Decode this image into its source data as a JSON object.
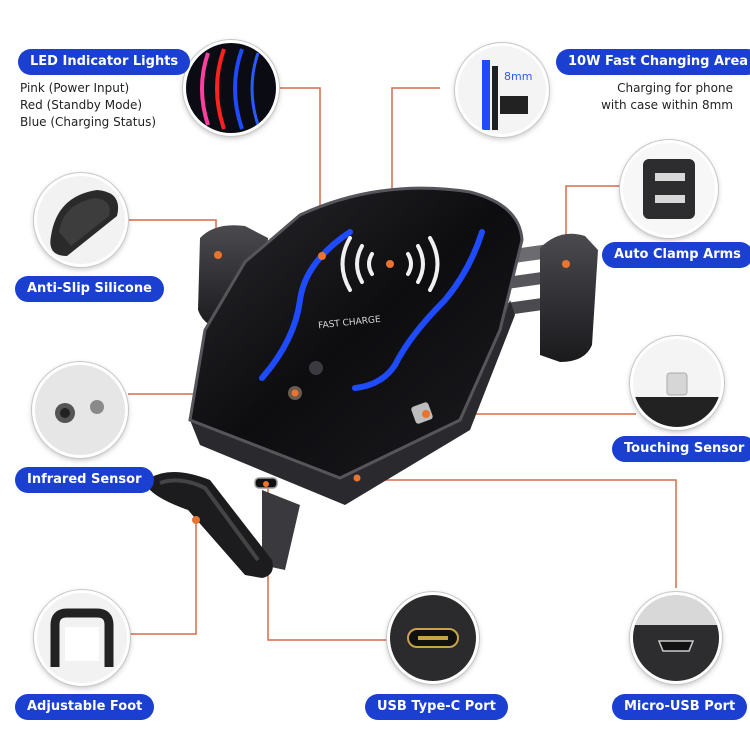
{
  "callouts": {
    "led": {
      "label": "LED Indicator Lights",
      "lines": [
        "Pink (Power Input)",
        "Red (Standby Mode)",
        "Blue (Charging Status)"
      ]
    },
    "fast": {
      "label": "10W Fast Changing Area",
      "lines": [
        "Charging for phone",
        "with case within 8mm"
      ]
    },
    "antislip": {
      "label": "Anti-Slip Silicone"
    },
    "clamp": {
      "label": "Auto Clamp Arms"
    },
    "infrared": {
      "label": "Infrared Sensor"
    },
    "touch": {
      "label": "Touching Sensor"
    },
    "foot": {
      "label": "Adjustable Foot"
    },
    "usbc": {
      "label": "USB Type-C Port"
    },
    "micro": {
      "label": "Micro-USB Port"
    }
  },
  "device": {
    "surface_text": "FAST  CHARGE",
    "measure_text": "8mm"
  },
  "colors": {
    "pill": "#1a3fd1",
    "leader": "#d86a4a",
    "led_blue": "#1f4bff",
    "led_pink": "#ff3fa0",
    "led_red": "#ff2020"
  }
}
